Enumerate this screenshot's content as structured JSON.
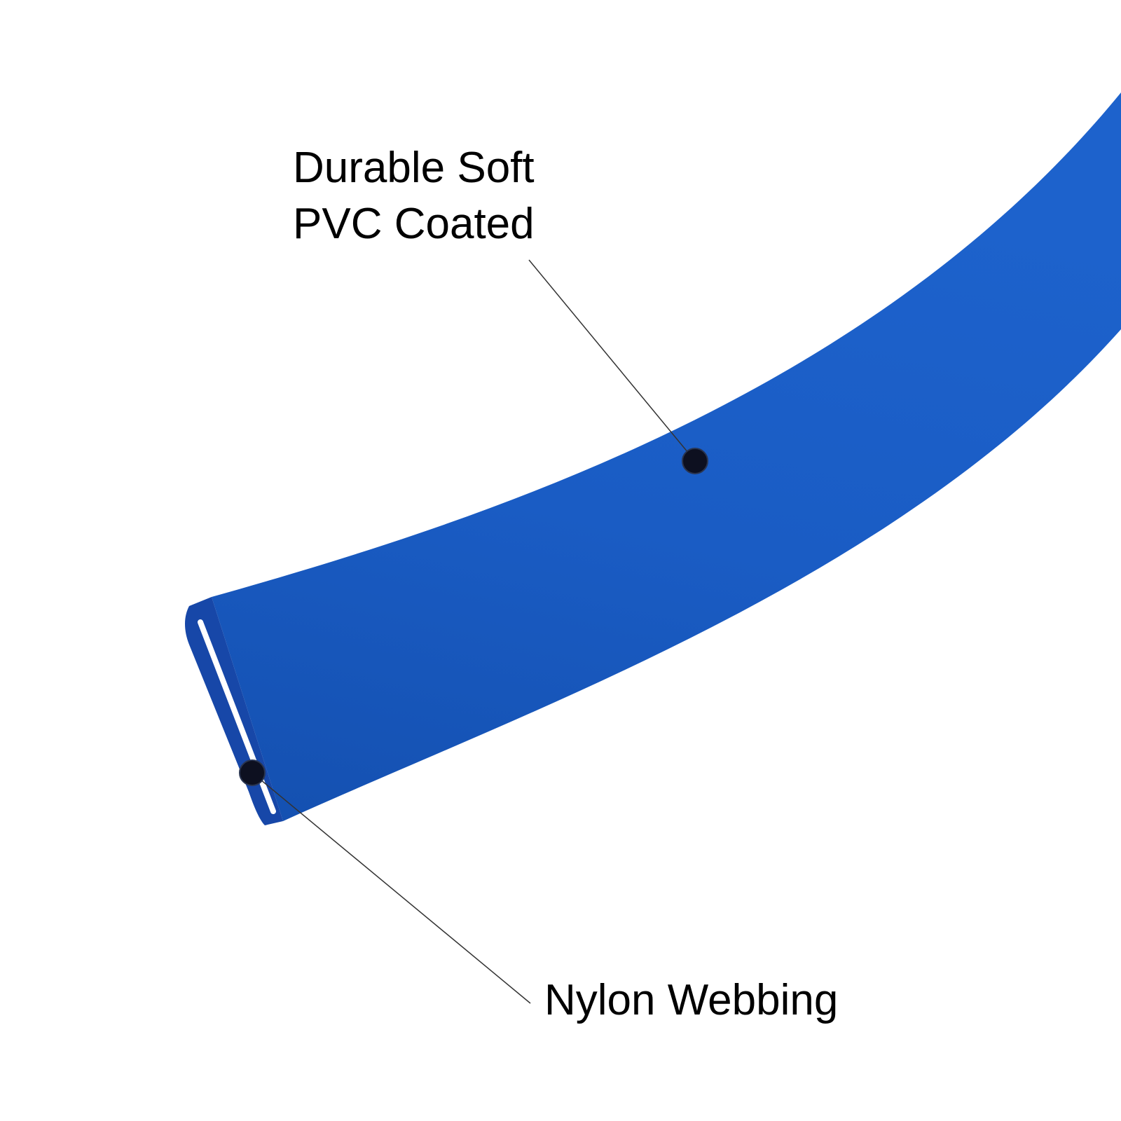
{
  "colors": {
    "hose_blue": "#1a5cc4",
    "hose_shade": "#1450b0",
    "hose_end": "#1747a8",
    "webbing": "#ffffff",
    "marker": "#0d1020",
    "leader_line": "#333333",
    "text": "#000000"
  },
  "callouts": {
    "pvc": {
      "line1": "Durable Soft",
      "line2": "PVC Coated"
    },
    "nylon": {
      "label": "Nylon Webbing"
    }
  }
}
